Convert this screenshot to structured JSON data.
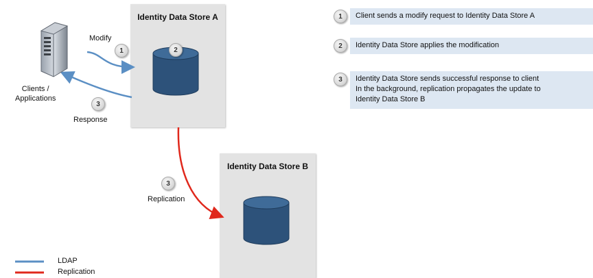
{
  "store_a": {
    "title": "Identity Data Store A",
    "badge": "2"
  },
  "store_b": {
    "title": "Identity Data Store B"
  },
  "client": {
    "label_line1": "Clients /",
    "label_line2": "Applications"
  },
  "flows": {
    "modify": {
      "label": "Modify",
      "badge": "1"
    },
    "response": {
      "label": "Response",
      "badge": "3"
    },
    "replication": {
      "label": "Replication",
      "badge": "3"
    }
  },
  "steps": [
    {
      "number": "1",
      "lines": [
        "Client sends a modify request to Identity Data Store A"
      ]
    },
    {
      "number": "2",
      "lines": [
        "Identity Data Store applies the modification"
      ]
    },
    {
      "number": "3",
      "lines": [
        "Identity Data Store sends successful response to client",
        "In the background, replication propagates the update to",
        "Identity Data Store B"
      ]
    }
  ],
  "legend": [
    {
      "label": "LDAP",
      "color": "#5b8fc4"
    },
    {
      "label": "Replication",
      "color": "#e0281c"
    }
  ],
  "colors": {
    "ldap": "#5b8fc4",
    "replication": "#e0281c",
    "cylinder": "#2d527a",
    "panel": "#e3e3e3",
    "step_band": "#dde7f2"
  },
  "icons": {
    "client": "server-tower-icon",
    "database": "database-cylinder-icon"
  }
}
